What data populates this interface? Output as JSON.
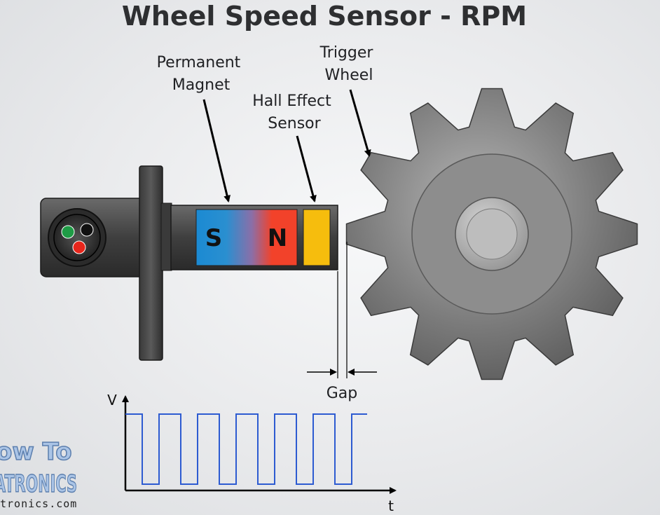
{
  "title": "Wheel Speed Sensor - RPM",
  "labels": {
    "permanent_magnet": [
      "Permanent",
      "Magnet"
    ],
    "hall_effect_sensor": [
      "Hall Effect",
      "Sensor"
    ],
    "trigger_wheel": [
      "Trigger",
      "Wheel"
    ],
    "gap": "Gap"
  },
  "magnet": {
    "south": "S",
    "north": "N"
  },
  "waveform": {
    "y_axis": "V",
    "x_axis": "t",
    "pulses": 6
  },
  "logo": {
    "line1": "ow To",
    "line2": "ATRONICS",
    "line3": "tronics.com"
  },
  "colors": {
    "south_pole": "#1b8ad3",
    "north_pole": "#f2422a",
    "hall_sensor": "#f6bd0d",
    "signal": "#2d5bd1",
    "wire_green": "#1f9c46",
    "wire_red": "#e8261c",
    "wire_black": "#111111"
  }
}
